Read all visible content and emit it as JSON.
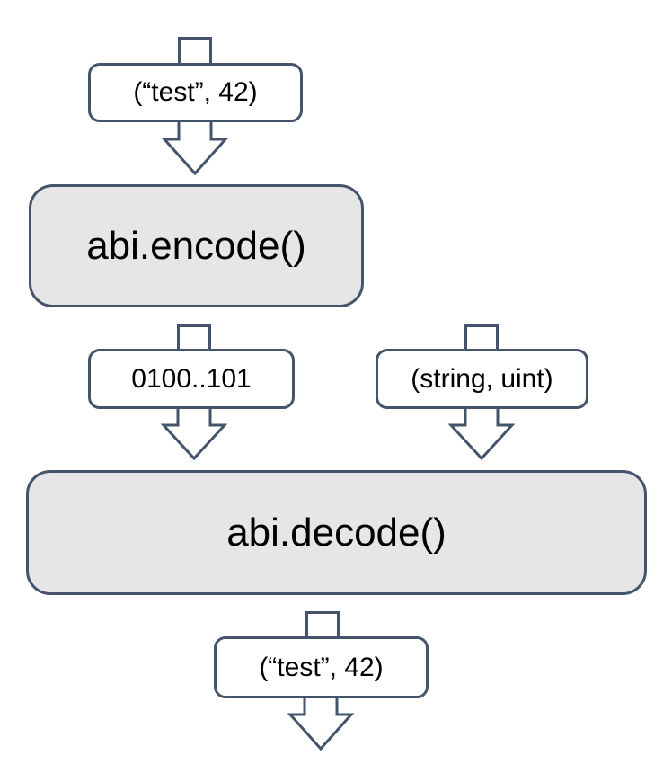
{
  "diagram": {
    "nodes": {
      "input_tuple": {
        "label": "(“test”, 42)"
      },
      "encode": {
        "label": "abi.encode()"
      },
      "encoded_bytes": {
        "label": "0100..101"
      },
      "types_tuple": {
        "label": "(string, uint)"
      },
      "decode": {
        "label": "abi.decode()"
      },
      "output_tuple": {
        "label": "(“test”, 42)"
      }
    },
    "colors": {
      "stroke": "#44546A",
      "process_fill": "#E7E6E6",
      "label_fill": "#FFFFFF",
      "background": "#FFFFFF",
      "text": "#000000"
    }
  }
}
